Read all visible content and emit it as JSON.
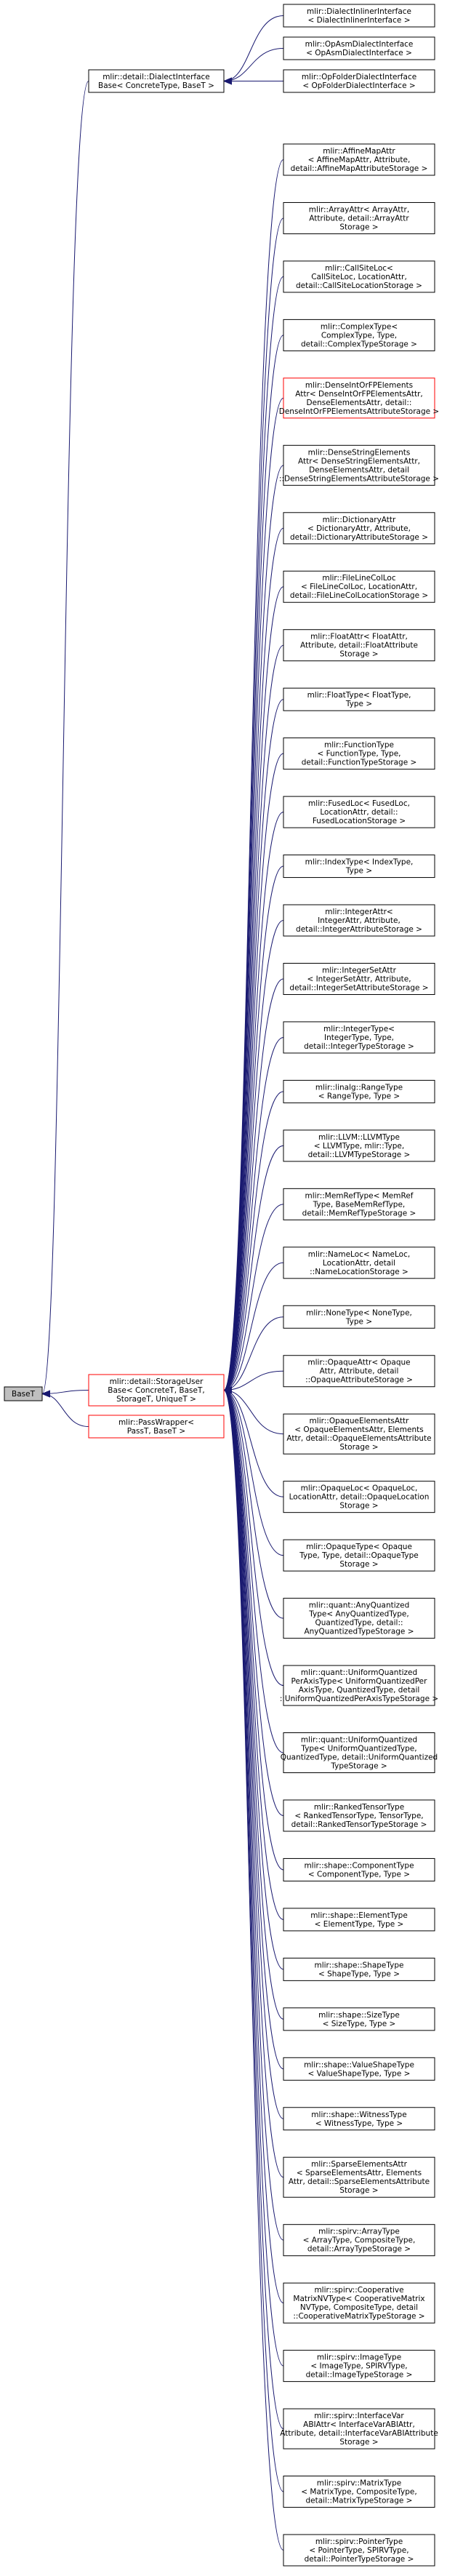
{
  "colors": {
    "edge": "#191970",
    "node_border": "#000000",
    "node_border_highlight": "#ff0000",
    "node_fill": "#ffffff",
    "root_fill": "#bfbfbf",
    "text": "#000000"
  },
  "root": {
    "lines": [
      "BaseT"
    ]
  },
  "mid": [
    {
      "id": "dialect",
      "lines": [
        "mlir::detail::DialectInterface",
        "Base< ConcreteType, BaseT >"
      ],
      "highlight": false
    },
    {
      "id": "storage",
      "lines": [
        "mlir::detail::StorageUser",
        "Base< ConcreteT, BaseT,",
        "StorageT, UniqueT >"
      ],
      "highlight": true
    },
    {
      "id": "pass",
      "lines": [
        "mlir::PassWrapper<",
        "PassT, BaseT >"
      ],
      "highlight": true
    }
  ],
  "dialect_children": [
    {
      "lines": [
        "mlir::DialectInlinerInterface",
        "< DialectInlinerInterface >"
      ],
      "highlight": false
    },
    {
      "lines": [
        "mlir::OpAsmDialectInterface",
        "< OpAsmDialectInterface >"
      ],
      "highlight": false
    },
    {
      "lines": [
        "mlir::OpFolderDialectInterface",
        "< OpFolderDialectInterface >"
      ],
      "highlight": false
    }
  ],
  "storage_children": [
    {
      "lines": [
        "mlir::AffineMapAttr",
        "< AffineMapAttr, Attribute,",
        "detail::AffineMapAttributeStorage >"
      ],
      "highlight": false
    },
    {
      "lines": [
        "mlir::ArrayAttr< ArrayAttr,",
        "Attribute, detail::ArrayAttr",
        "Storage >"
      ],
      "highlight": false
    },
    {
      "lines": [
        "mlir::CallSiteLoc<",
        "CallSiteLoc, LocationAttr,",
        "detail::CallSiteLocationStorage >"
      ],
      "highlight": false
    },
    {
      "lines": [
        "mlir::ComplexType<",
        "ComplexType, Type,",
        "detail::ComplexTypeStorage >"
      ],
      "highlight": false
    },
    {
      "lines": [
        "mlir::DenseIntOrFPElements",
        "Attr< DenseIntOrFPElementsAttr,",
        "DenseElementsAttr, detail::",
        "DenseIntOrFPElementsAttributeStorage >"
      ],
      "highlight": true
    },
    {
      "lines": [
        "mlir::DenseStringElements",
        "Attr< DenseStringElementsAttr,",
        "DenseElementsAttr, detail",
        "::DenseStringElementsAttributeStorage >"
      ],
      "highlight": false
    },
    {
      "lines": [
        "mlir::DictionaryAttr",
        "< DictionaryAttr, Attribute,",
        "detail::DictionaryAttributeStorage >"
      ],
      "highlight": false
    },
    {
      "lines": [
        "mlir::FileLineColLoc",
        "< FileLineColLoc, LocationAttr,",
        "detail::FileLineColLocationStorage >"
      ],
      "highlight": false
    },
    {
      "lines": [
        "mlir::FloatAttr< FloatAttr,",
        "Attribute, detail::FloatAttribute",
        "Storage >"
      ],
      "highlight": false
    },
    {
      "lines": [
        "mlir::FloatType< FloatType,",
        "Type >"
      ],
      "highlight": false
    },
    {
      "lines": [
        "mlir::FunctionType",
        "< FunctionType, Type,",
        "detail::FunctionTypeStorage >"
      ],
      "highlight": false
    },
    {
      "lines": [
        "mlir::FusedLoc< FusedLoc,",
        "LocationAttr, detail::",
        "FusedLocationStorage >"
      ],
      "highlight": false
    },
    {
      "lines": [
        "mlir::IndexType< IndexType,",
        "Type >"
      ],
      "highlight": false
    },
    {
      "lines": [
        "mlir::IntegerAttr<",
        "IntegerAttr, Attribute,",
        "detail::IntegerAttributeStorage >"
      ],
      "highlight": false
    },
    {
      "lines": [
        "mlir::IntegerSetAttr",
        "< IntegerSetAttr, Attribute,",
        "detail::IntegerSetAttributeStorage >"
      ],
      "highlight": false
    },
    {
      "lines": [
        "mlir::IntegerType<",
        "IntegerType, Type,",
        "detail::IntegerTypeStorage >"
      ],
      "highlight": false
    },
    {
      "lines": [
        "mlir::linalg::RangeType",
        "< RangeType, Type >"
      ],
      "highlight": false
    },
    {
      "lines": [
        "mlir::LLVM::LLVMType",
        "< LLVMType, mlir::Type,",
        "detail::LLVMTypeStorage >"
      ],
      "highlight": false
    },
    {
      "lines": [
        "mlir::MemRefType< MemRef",
        "Type, BaseMemRefType,",
        "detail::MemRefTypeStorage >"
      ],
      "highlight": false
    },
    {
      "lines": [
        "mlir::NameLoc< NameLoc,",
        "LocationAttr, detail",
        "::NameLocationStorage >"
      ],
      "highlight": false
    },
    {
      "lines": [
        "mlir::NoneType< NoneType,",
        "Type >"
      ],
      "highlight": false
    },
    {
      "lines": [
        "mlir::OpaqueAttr< Opaque",
        "Attr, Attribute, detail",
        "::OpaqueAttributeStorage >"
      ],
      "highlight": false
    },
    {
      "lines": [
        "mlir::OpaqueElementsAttr",
        "< OpaqueElementsAttr, Elements",
        "Attr, detail::OpaqueElementsAttribute",
        "Storage >"
      ],
      "highlight": false
    },
    {
      "lines": [
        "mlir::OpaqueLoc< OpaqueLoc,",
        "LocationAttr, detail::OpaqueLocation",
        "Storage >"
      ],
      "highlight": false
    },
    {
      "lines": [
        "mlir::OpaqueType< Opaque",
        "Type, Type, detail::OpaqueType",
        "Storage >"
      ],
      "highlight": false
    },
    {
      "lines": [
        "mlir::quant::AnyQuantized",
        "Type< AnyQuantizedType,",
        "QuantizedType, detail::",
        "AnyQuantizedTypeStorage >"
      ],
      "highlight": false
    },
    {
      "lines": [
        "mlir::quant::UniformQuantized",
        "PerAxisType< UniformQuantizedPer",
        "AxisType, QuantizedType, detail",
        "::UniformQuantizedPerAxisTypeStorage >"
      ],
      "highlight": false
    },
    {
      "lines": [
        "mlir::quant::UniformQuantized",
        "Type< UniformQuantizedType,",
        "QuantizedType, detail::UniformQuantized",
        "TypeStorage >"
      ],
      "highlight": false
    },
    {
      "lines": [
        "mlir::RankedTensorType",
        "< RankedTensorType, TensorType,",
        "detail::RankedTensorTypeStorage >"
      ],
      "highlight": false
    },
    {
      "lines": [
        "mlir::shape::ComponentType",
        "< ComponentType, Type >"
      ],
      "highlight": false
    },
    {
      "lines": [
        "mlir::shape::ElementType",
        "< ElementType, Type >"
      ],
      "highlight": false
    },
    {
      "lines": [
        "mlir::shape::ShapeType",
        "< ShapeType, Type >"
      ],
      "highlight": false
    },
    {
      "lines": [
        "mlir::shape::SizeType",
        "< SizeType, Type >"
      ],
      "highlight": false
    },
    {
      "lines": [
        "mlir::shape::ValueShapeType",
        "< ValueShapeType, Type >"
      ],
      "highlight": false
    },
    {
      "lines": [
        "mlir::shape::WitnessType",
        "< WitnessType, Type >"
      ],
      "highlight": false
    },
    {
      "lines": [
        "mlir::SparseElementsAttr",
        "< SparseElementsAttr, Elements",
        "Attr, detail::SparseElementsAttribute",
        "Storage >"
      ],
      "highlight": false
    },
    {
      "lines": [
        "mlir::spirv::ArrayType",
        "< ArrayType, CompositeType,",
        "detail::ArrayTypeStorage >"
      ],
      "highlight": false
    },
    {
      "lines": [
        "mlir::spirv::Cooperative",
        "MatrixNVType< CooperativeMatrix",
        "NVType, CompositeType, detail",
        "::CooperativeMatrixTypeStorage >"
      ],
      "highlight": false
    },
    {
      "lines": [
        "mlir::spirv::ImageType",
        "< ImageType, SPIRVType,",
        "detail::ImageTypeStorage >"
      ],
      "highlight": false
    },
    {
      "lines": [
        "mlir::spirv::InterfaceVar",
        "ABIAttr< InterfaceVarABIAttr,",
        "Attribute, detail::InterfaceVarABIAttribute",
        "Storage >"
      ],
      "highlight": false
    },
    {
      "lines": [
        "mlir::spirv::MatrixType",
        "< MatrixType, CompositeType,",
        "detail::MatrixTypeStorage >"
      ],
      "highlight": false
    },
    {
      "lines": [
        "mlir::spirv::PointerType",
        "< PointerType, SPIRVType,",
        "detail::PointerTypeStorage >"
      ],
      "highlight": false
    }
  ]
}
